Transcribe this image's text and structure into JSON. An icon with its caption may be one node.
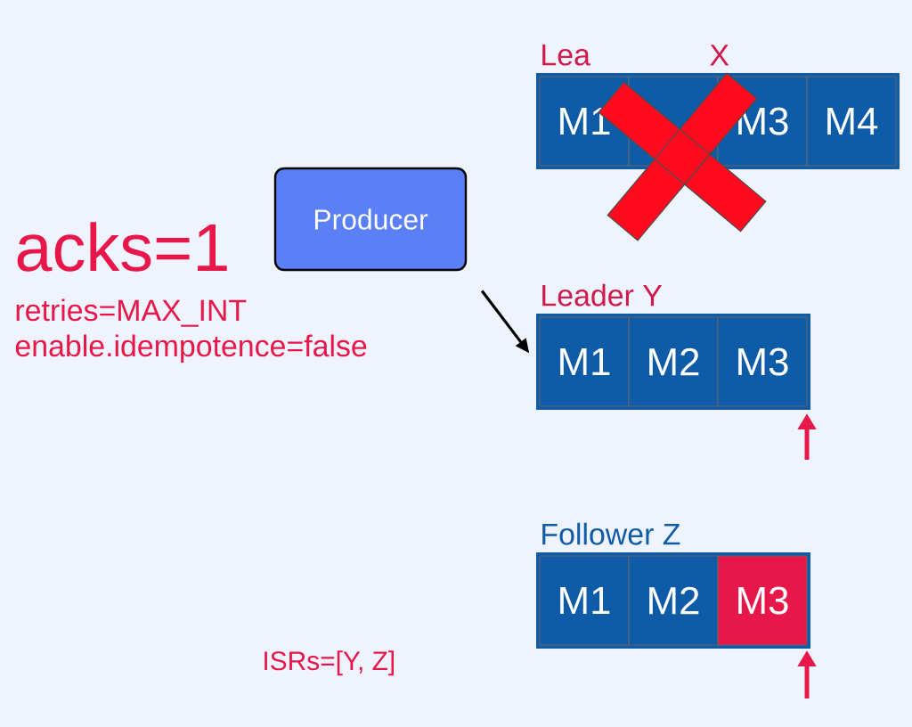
{
  "diagram": {
    "nodes": [
      {
        "text": [
          "Producer"
        ]
      },
      {
        "text": [
          "Lea",
          "X"
        ]
      },
      {
        "text": [
          "M1"
        ],
        "in": 1
      },
      {
        "text": [],
        "shape": "box",
        "in": 1
      },
      {
        "text": [
          "M3"
        ],
        "in": 1
      },
      {
        "text": [
          "M4"
        ],
        "in": 1
      },
      {
        "text": [
          "Leader Y"
        ]
      },
      {
        "text": [
          "M1"
        ],
        "in": 6
      },
      {
        "text": [
          "M2"
        ],
        "in": 6
      },
      {
        "text": [
          "M3"
        ],
        "in": 6
      },
      {
        "text": [
          "Follower Z"
        ]
      },
      {
        "text": [
          "M1"
        ],
        "in": 10
      },
      {
        "text": [
          "M2"
        ],
        "in": 10
      },
      {
        "text": [
          "M3"
        ],
        "in": 10
      }
    ],
    "edges": [
      {
        "from": 0,
        "to": 6,
        "arrow": "to"
      }
    ],
    "labels": [
      "acks=1",
      "retries=MAX_INT",
      "enable.idempotence=false",
      "ISRs=[Y, Z]"
    ]
  }
}
